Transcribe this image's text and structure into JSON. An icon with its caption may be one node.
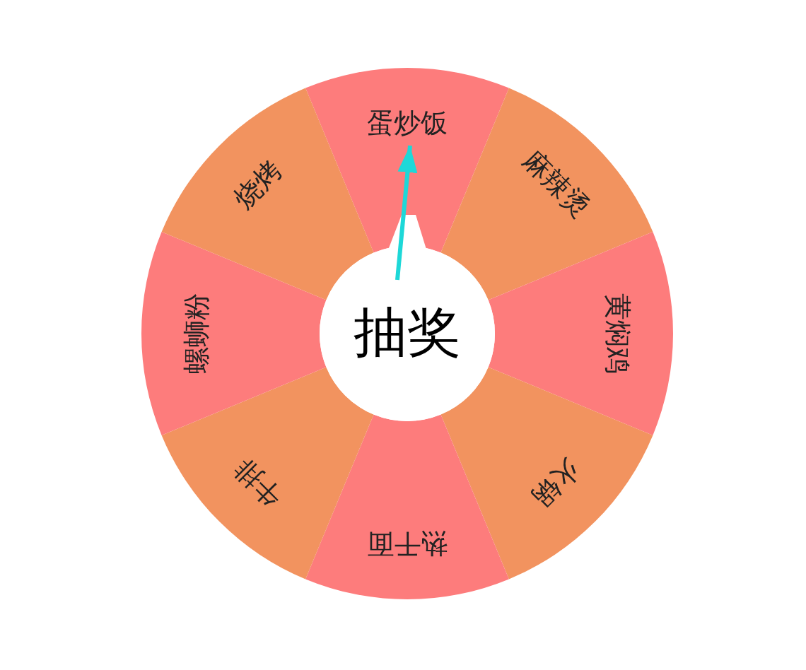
{
  "diagram": {
    "nodes": [
      {
        "text": [
          "蛋炒饭"
        ]
      },
      {
        "text": [
          "麻辣烫"
        ]
      },
      {
        "text": [
          "黄焖鸡"
        ]
      },
      {
        "text": [
          "火锅"
        ]
      },
      {
        "text": [
          "热干面"
        ]
      },
      {
        "text": [
          "牛排"
        ]
      },
      {
        "text": [
          "螺蛳粉"
        ]
      },
      {
        "text": [
          "烧烤"
        ]
      },
      {
        "text": [
          "抽奖"
        ]
      }
    ],
    "edges": [
      {
        "from": 8,
        "to": 0,
        "arrow": "to"
      }
    ]
  }
}
